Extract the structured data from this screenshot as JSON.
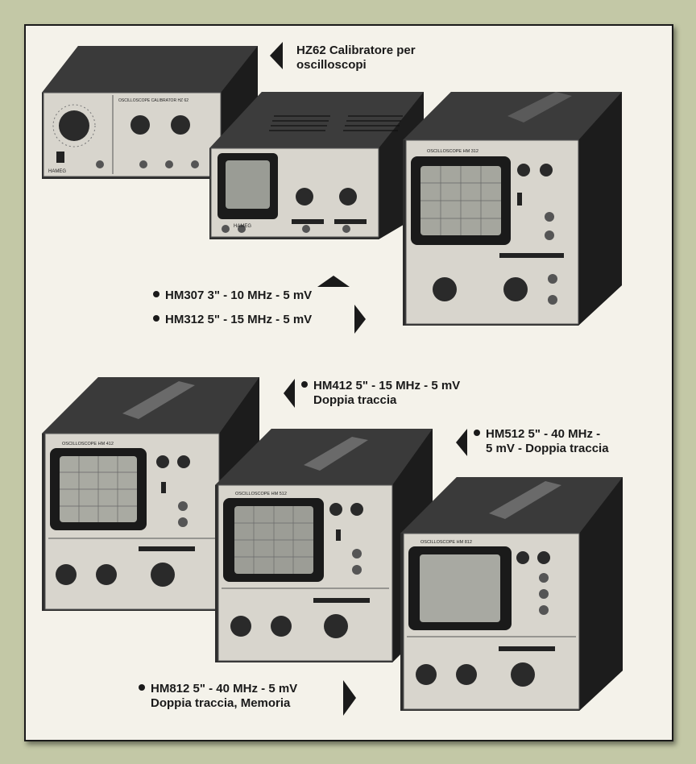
{
  "captions": {
    "hz62": {
      "line1": "HZ62 Calibratore per",
      "line2": "oscilloscopi"
    },
    "hm307": "HM307 3\" - 10 MHz - 5 mV",
    "hm312": "HM312 5\" - 15 MHz - 5 mV",
    "hm412": {
      "line1": "HM412 5\" - 15 MHz - 5 mV",
      "line2": "Doppia traccia"
    },
    "hm512": {
      "line1": "HM512 5\" - 40 MHz -",
      "line2": "5 mV - Doppia traccia"
    },
    "hm812": {
      "line1": "HM812 5\" - 40 MHz - 5 mV",
      "line2": "Doppia traccia, Memoria"
    }
  },
  "device_labels": {
    "hz62": "OSCILLOSCOPE CALIBRATOR HZ 62",
    "hm307": "HAMEG",
    "hm312": "OSCILLOSCOPE HM 312",
    "hm412": "OSCILLOSCOPE HM 412",
    "hm512": "OSCILLOSCOPE HM 512",
    "hm812": "OSCILLOSCOPE HM 812",
    "brand": "HAMEG"
  },
  "colors": {
    "background": "#c3c8a6",
    "paper": "#f4f2ea",
    "ink": "#1a1a1a",
    "panel": "#d9d6ce",
    "cabinet": "#2b2b2b"
  }
}
